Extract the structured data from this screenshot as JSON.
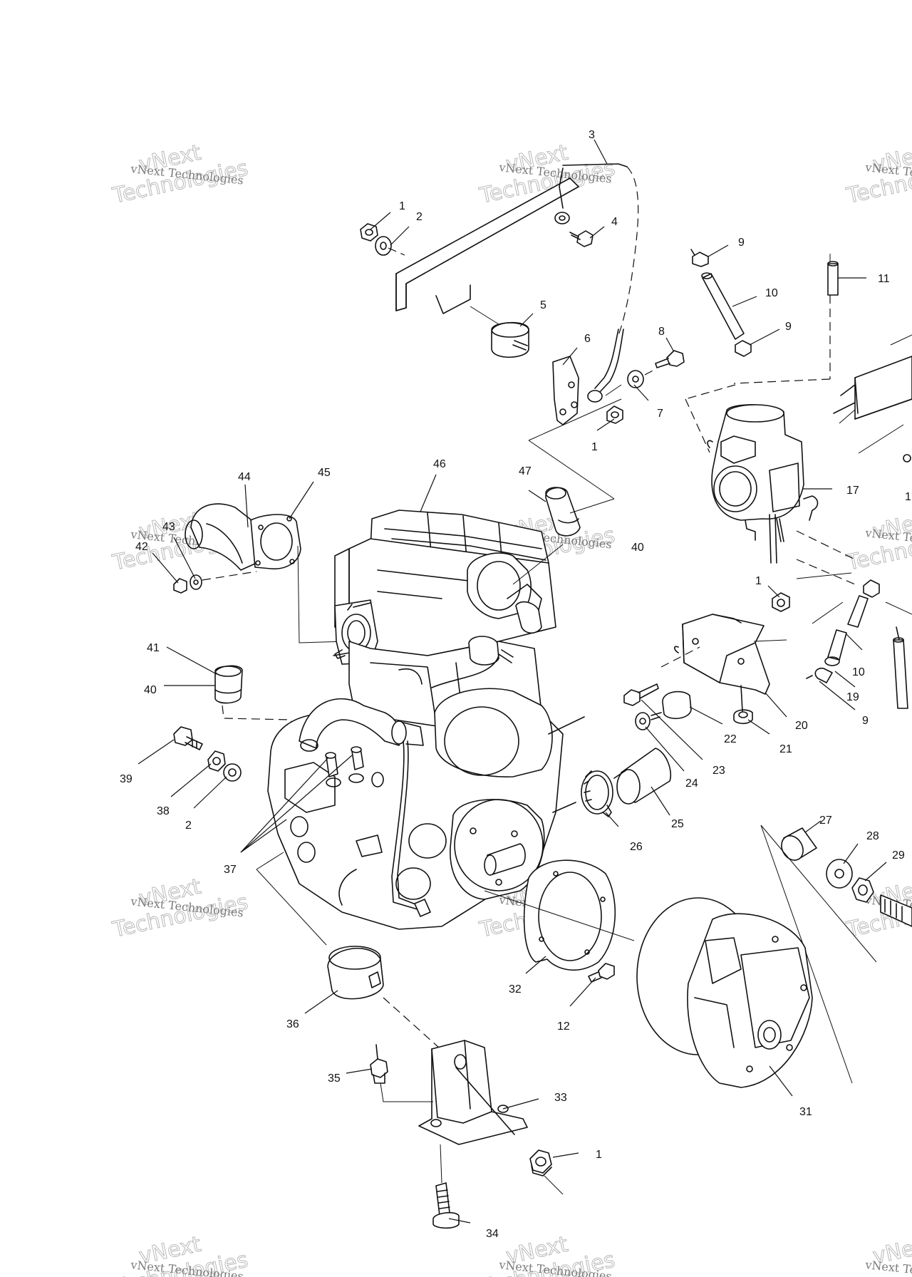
{
  "watermark": {
    "line1": "vNext",
    "line2": "Technologies",
    "small": "vNext Technologies"
  },
  "callouts": [
    {
      "id": "c3",
      "text": "3"
    },
    {
      "id": "c1a",
      "text": "1"
    },
    {
      "id": "c2a",
      "text": "2"
    },
    {
      "id": "c4",
      "text": "4"
    },
    {
      "id": "c5",
      "text": "5"
    },
    {
      "id": "c6",
      "text": "6"
    },
    {
      "id": "c8",
      "text": "8"
    },
    {
      "id": "c7",
      "text": "7"
    },
    {
      "id": "c1b",
      "text": "1"
    },
    {
      "id": "c9a",
      "text": "9"
    },
    {
      "id": "c10a",
      "text": "10"
    },
    {
      "id": "c9b",
      "text": "9"
    },
    {
      "id": "c11",
      "text": "11"
    },
    {
      "id": "c17",
      "text": "17"
    },
    {
      "id": "c1c",
      "text": "1"
    },
    {
      "id": "c10b",
      "text": "10"
    },
    {
      "id": "c19",
      "text": "19"
    },
    {
      "id": "c9c",
      "text": "9"
    },
    {
      "id": "c20",
      "text": "20"
    },
    {
      "id": "c22",
      "text": "22"
    },
    {
      "id": "c21",
      "text": "21"
    },
    {
      "id": "c23",
      "text": "23"
    },
    {
      "id": "c24",
      "text": "24"
    },
    {
      "id": "c25",
      "text": "25"
    },
    {
      "id": "c26",
      "text": "26"
    },
    {
      "id": "c27",
      "text": "27"
    },
    {
      "id": "c28",
      "text": "28"
    },
    {
      "id": "c29",
      "text": "29"
    },
    {
      "id": "c46",
      "text": "46"
    },
    {
      "id": "c47",
      "text": "47"
    },
    {
      "id": "c44",
      "text": "44"
    },
    {
      "id": "c45",
      "text": "45"
    },
    {
      "id": "c43",
      "text": "43"
    },
    {
      "id": "c42",
      "text": "42"
    },
    {
      "id": "c40a",
      "text": "40"
    },
    {
      "id": "c41",
      "text": "41"
    },
    {
      "id": "c40b",
      "text": "40"
    },
    {
      "id": "c39",
      "text": "39"
    },
    {
      "id": "c38",
      "text": "38"
    },
    {
      "id": "c2b",
      "text": "2"
    },
    {
      "id": "c37",
      "text": "37"
    },
    {
      "id": "c32",
      "text": "32"
    },
    {
      "id": "c12",
      "text": "12"
    },
    {
      "id": "c36",
      "text": "36"
    },
    {
      "id": "c35",
      "text": "35"
    },
    {
      "id": "c33",
      "text": "33"
    },
    {
      "id": "c1d",
      "text": "1"
    },
    {
      "id": "c31",
      "text": "31"
    },
    {
      "id": "c34",
      "text": "34"
    },
    {
      "id": "c1e",
      "text": "1"
    }
  ]
}
